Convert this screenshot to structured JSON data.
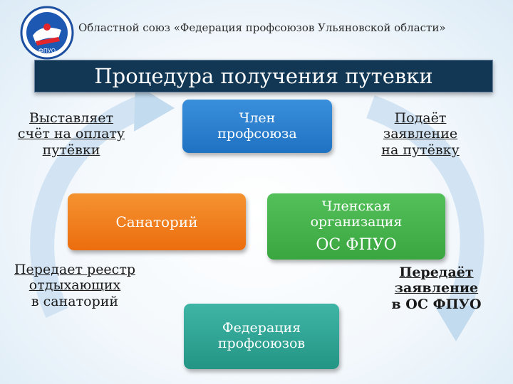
{
  "header": {
    "org_name": "Областной союз «Федерация профсоюзов Ульяновской области»",
    "logo_text": "ФПУО",
    "title": "Процедура получения путевки"
  },
  "boxes": {
    "member": [
      "Член",
      "профсоюза"
    ],
    "sanatorium": "Санаторий",
    "org": [
      "Членская",
      "организация"
    ],
    "org_sub": "ОС ФПУО",
    "federation": [
      "Федерация",
      "профсоюзов"
    ]
  },
  "labels": {
    "invoice": [
      "Выставляет",
      "счёт на оплату",
      "путёвки"
    ],
    "application": [
      "Подаёт",
      "заявление",
      "на путёвку"
    ],
    "registry": [
      "Передает реестр",
      "отдыхающих",
      "в санаторий"
    ],
    "transfer": [
      "Передаёт",
      "заявление",
      "в ОС ФПУО"
    ]
  },
  "colors": {
    "title_bar": "#113755",
    "member_box": "#2a80d0",
    "sanatorium_box": "#f07d1a",
    "org_box": "#47b34d",
    "federation_box": "#2fa494",
    "cycle_arrow": "#c8def0"
  }
}
